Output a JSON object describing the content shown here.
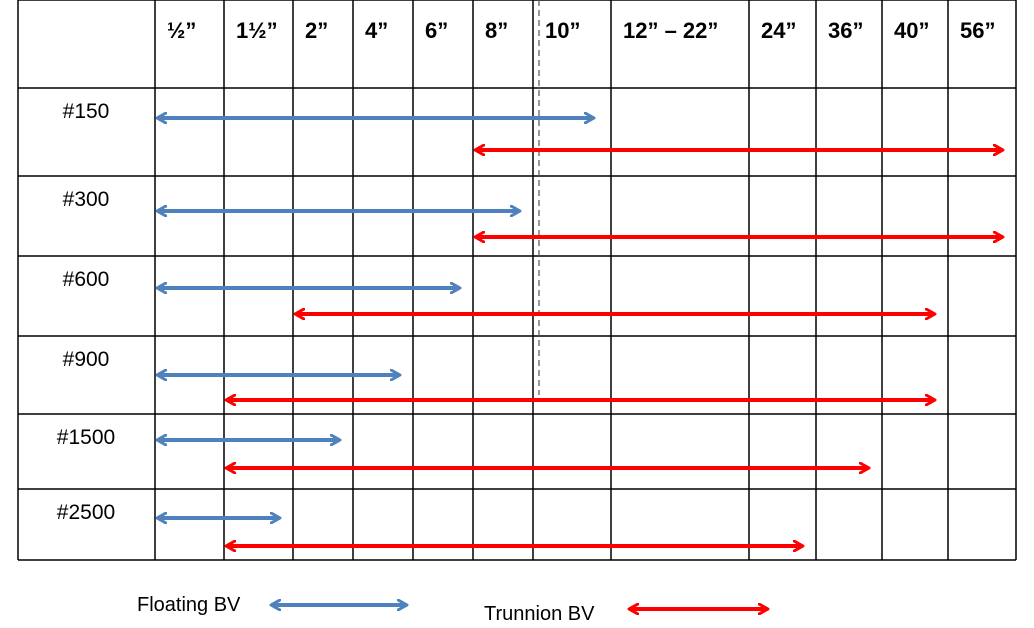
{
  "columns": [
    "½”",
    "1½”",
    "2”",
    "4”",
    "6”",
    "8”",
    "10”",
    "12” – 22”",
    "24”",
    "36”",
    "40”",
    "56”"
  ],
  "rows": [
    {
      "label": "#150",
      "floating": [
        "½”",
        "10”"
      ],
      "trunnion": [
        "8”",
        "56”"
      ]
    },
    {
      "label": "#300",
      "floating": [
        "½”",
        "8”"
      ],
      "trunnion": [
        "8”",
        "56”"
      ]
    },
    {
      "label": "#600",
      "floating": [
        "½”",
        "6”"
      ],
      "trunnion": [
        "2”",
        "40”"
      ]
    },
    {
      "label": "#900",
      "floating": [
        "½”",
        "4”"
      ],
      "trunnion": [
        "1½”",
        "40”"
      ]
    },
    {
      "label": "#1500",
      "floating": [
        "½”",
        "2”"
      ],
      "trunnion": [
        "1½”",
        "36”"
      ]
    },
    {
      "label": "#2500",
      "floating": [
        "½”",
        "1½”"
      ],
      "trunnion": [
        "1½”",
        "24”"
      ]
    }
  ],
  "legend": {
    "floating_label": "Floating BV",
    "trunnion_label": "Trunnion BV"
  },
  "colors": {
    "floating": "#4f81bd",
    "trunnion": "#ff0000",
    "grid": "#000000"
  }
}
